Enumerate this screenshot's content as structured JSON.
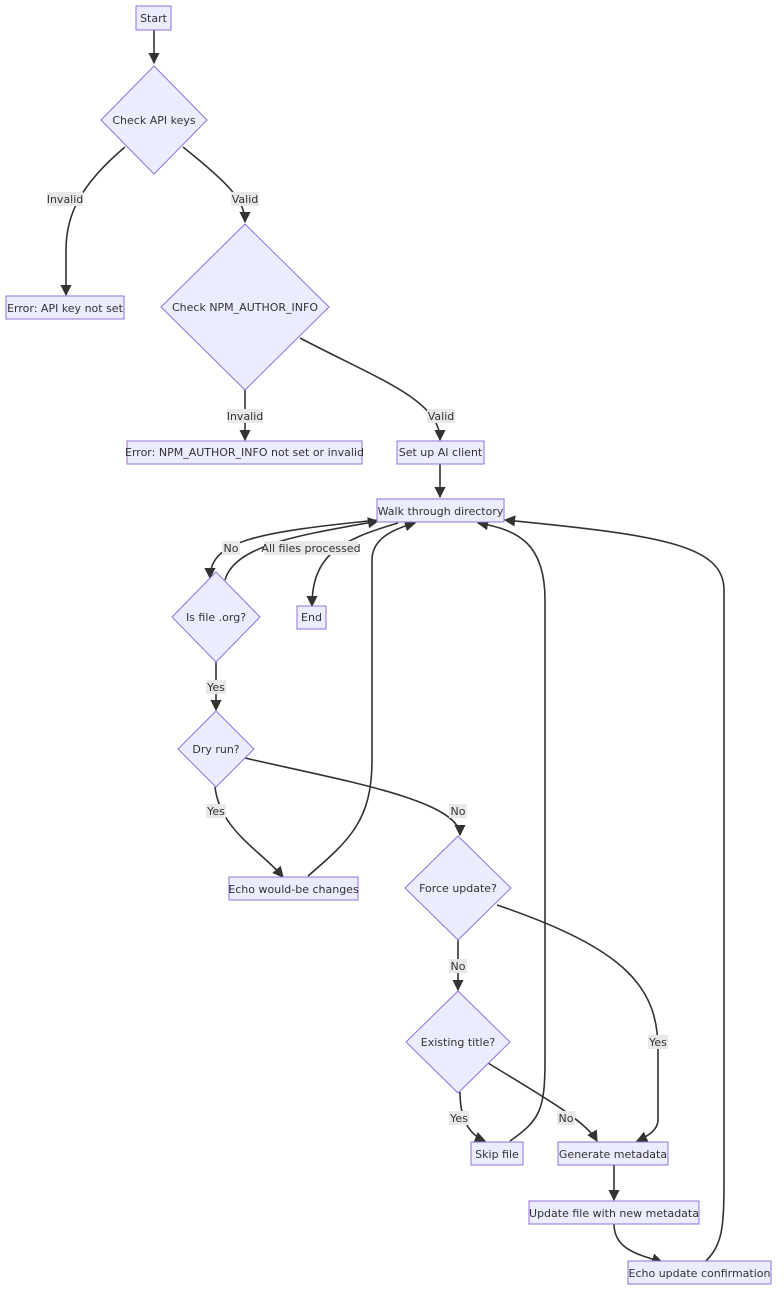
{
  "nodes": {
    "start": "Start",
    "check_api": "Check API keys",
    "err_api": "Error: API key not set",
    "check_npm": "Check NPM_AUTHOR_INFO",
    "err_npm": "Error: NPM_AUTHOR_INFO not set or invalid",
    "setup_ai": "Set up AI client",
    "walk": "Walk through directory",
    "is_org": "Is file .org?",
    "end": "End",
    "dry_run": "Dry run?",
    "echo_would": "Echo would-be changes",
    "force": "Force update?",
    "existing": "Existing title?",
    "skip": "Skip file",
    "generate": "Generate metadata",
    "update": "Update file with new metadata",
    "echo_confirm": "Echo update confirmation"
  },
  "edges": {
    "api_invalid": "Invalid",
    "api_valid": "Valid",
    "npm_invalid": "Invalid",
    "npm_valid": "Valid",
    "walk_no": "No",
    "walk_all": "All files processed",
    "org_yes": "Yes",
    "dry_yes": "Yes",
    "dry_no": "No",
    "force_no": "No",
    "force_yes": "Yes",
    "existing_yes": "Yes",
    "existing_no": "No"
  }
}
